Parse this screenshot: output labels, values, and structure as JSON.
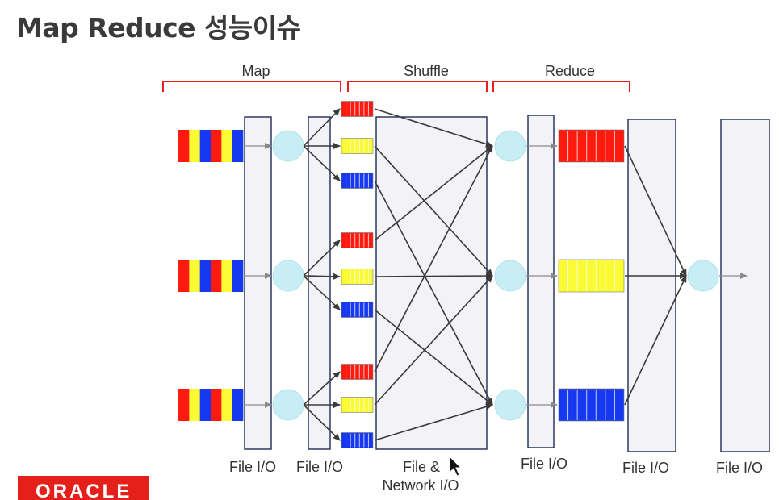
{
  "title": "Map Reduce 성능이슈",
  "phases": {
    "map": "Map",
    "shuffle": "Shuffle",
    "reduce": "Reduce"
  },
  "io_labels": {
    "map_input": "File I/O",
    "map_output": "File I/O",
    "shuffle_line1": "File &",
    "shuffle_line2": "Network I/O",
    "reduce_input": "File I/O",
    "reduce_output": "File I/O",
    "final_output": "File I/O"
  },
  "logo": "ORACLE",
  "colors": {
    "red": "#ff1a10",
    "yellow": "#fafa35",
    "blue": "#1638f0",
    "node": "#c8eef5",
    "phase_bracket": "#e8201a",
    "box_border": "#1e2a55",
    "box_fill": "#f3f3f7",
    "arrow": "#8a8a8a"
  }
}
